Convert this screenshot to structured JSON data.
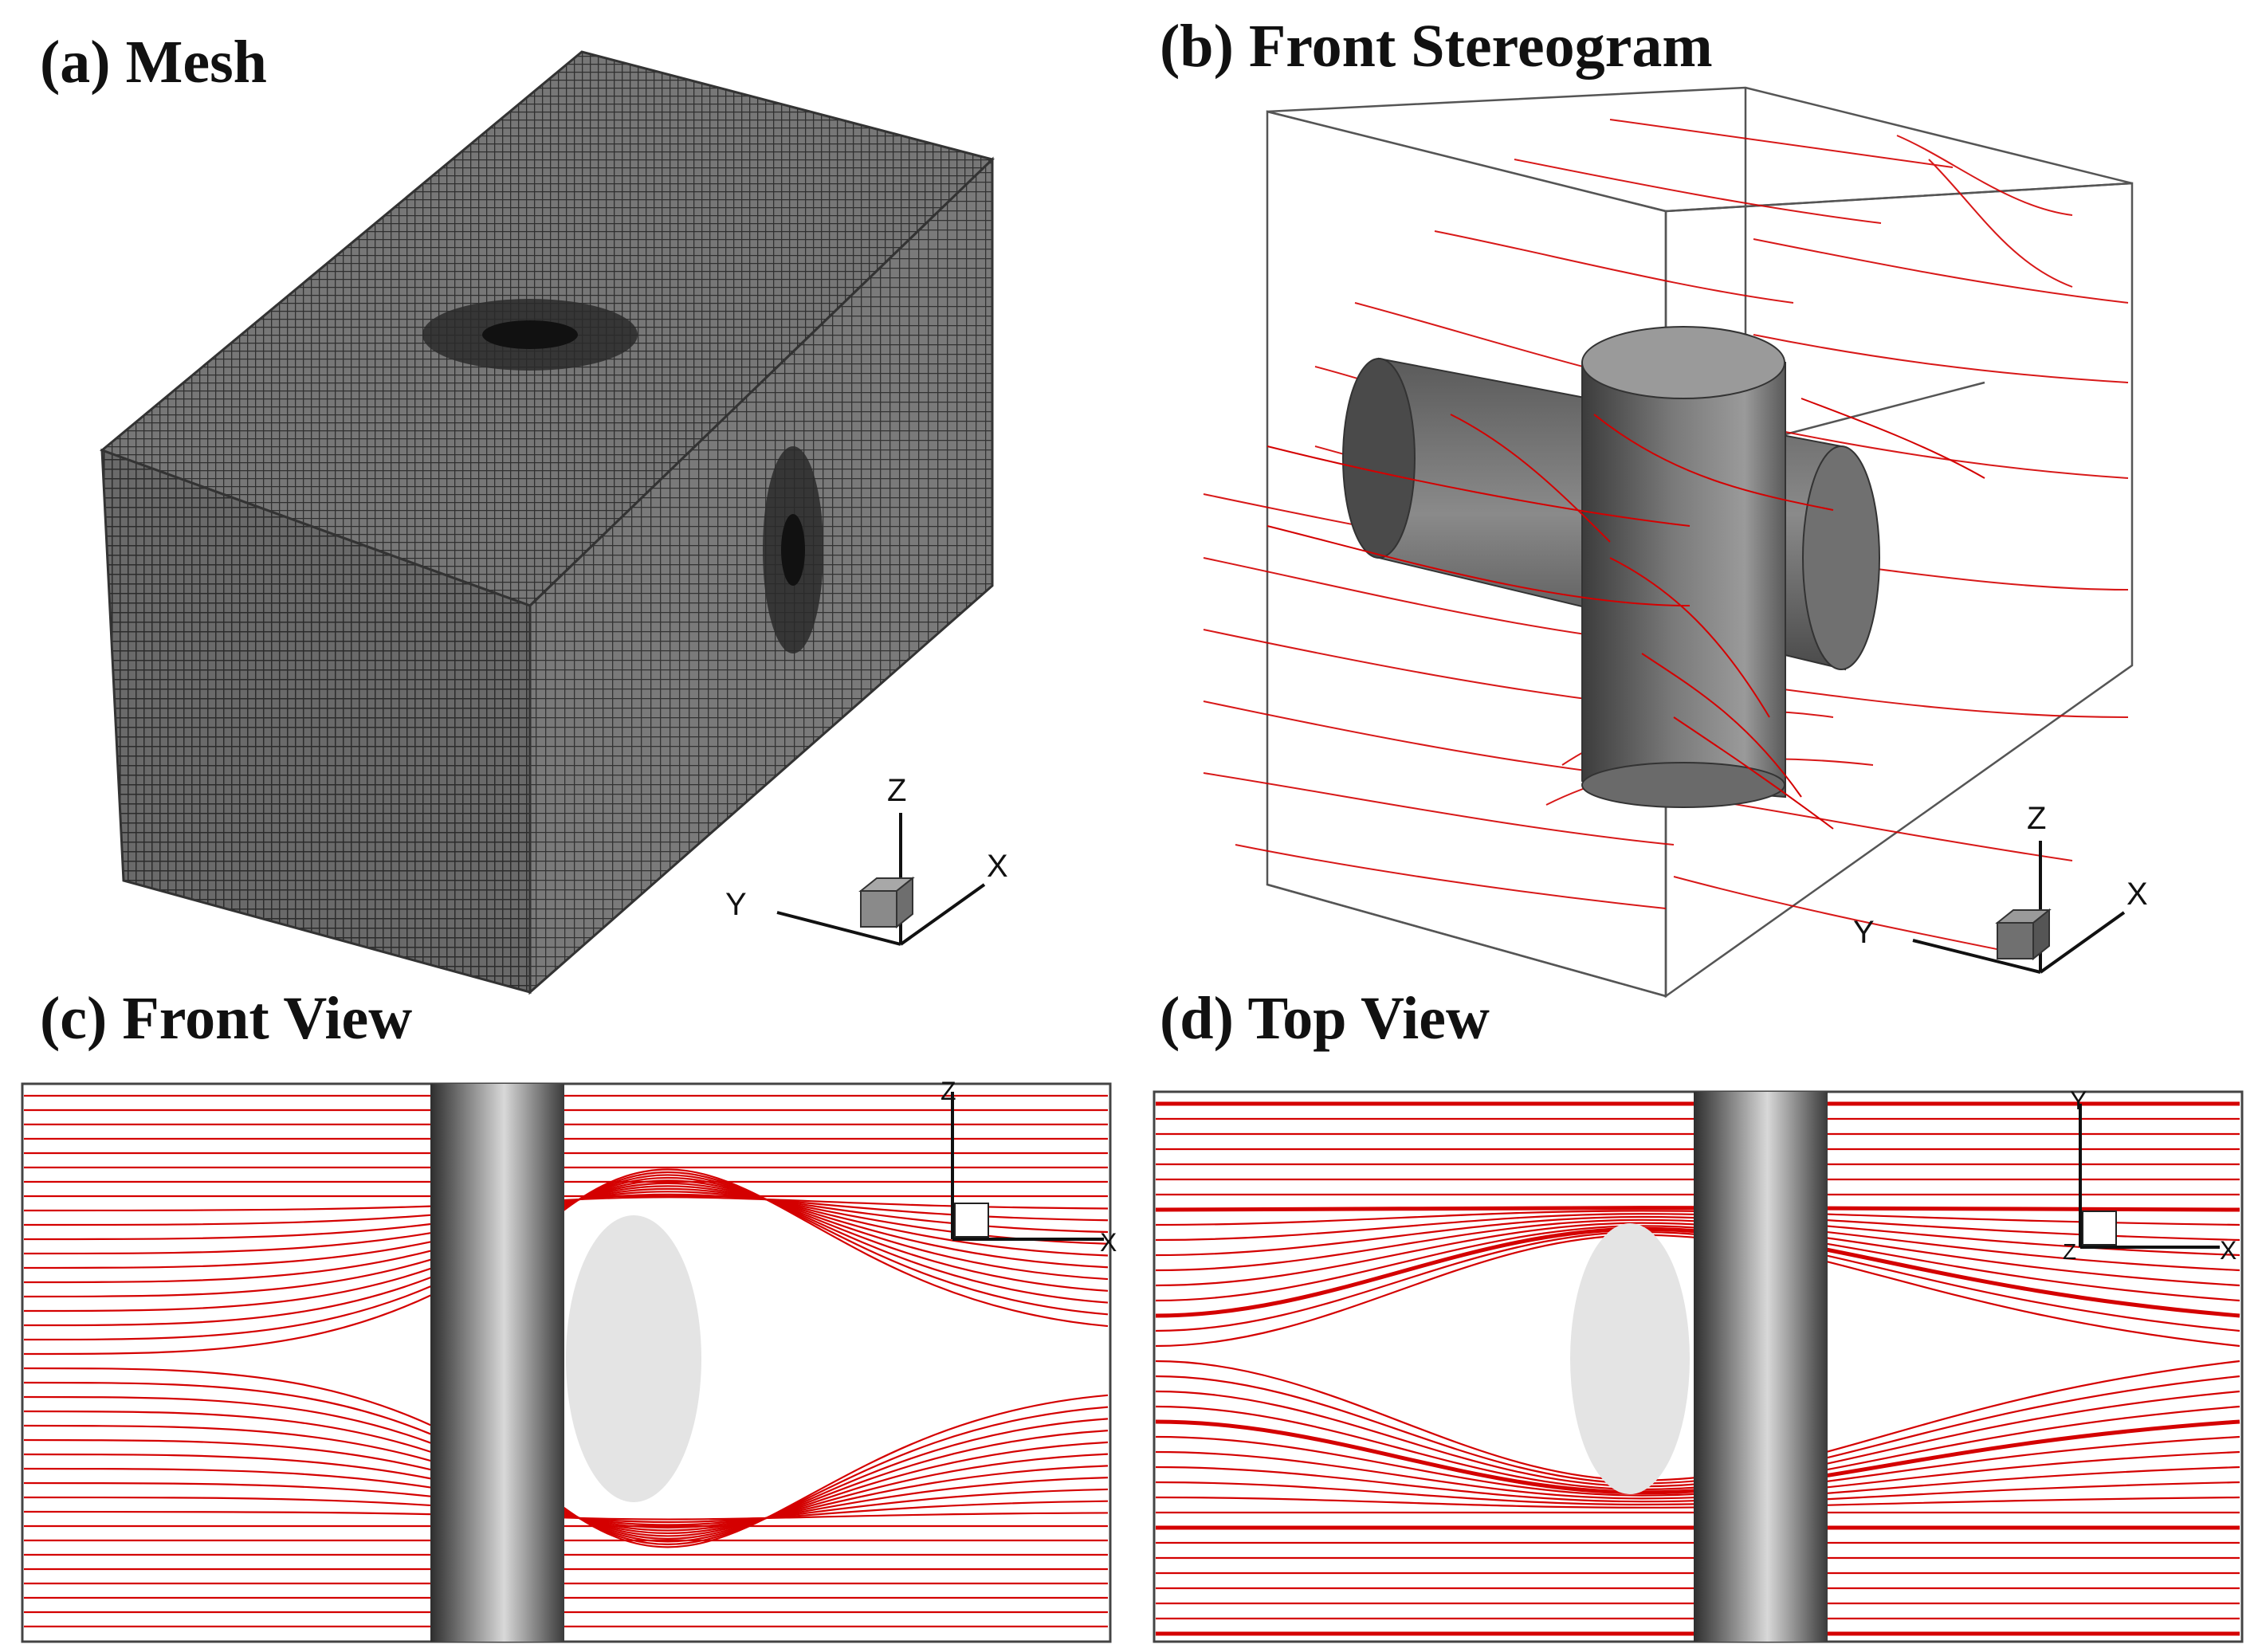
{
  "panels": {
    "a": {
      "label": "(a) Mesh"
    },
    "b": {
      "label": "(b) Front Stereogram"
    },
    "c": {
      "label": "(c) Front View"
    },
    "d": {
      "label": "(d) Top View"
    }
  },
  "axes_triad_3d": {
    "z": "Z",
    "x": "X",
    "y": "Y"
  },
  "axes_triad_front": {
    "z": "Z",
    "x": "X"
  },
  "axes_triad_top": {
    "y": "Y",
    "x": "X",
    "z": "Z"
  },
  "colors": {
    "streamline": "#d40000",
    "mesh": "#3a3a3a",
    "cylinder_dark": "#3c3c3c",
    "cylinder_light": "#d8d8d8",
    "cross_section": "#e4e4e4",
    "frame": "#444444"
  }
}
